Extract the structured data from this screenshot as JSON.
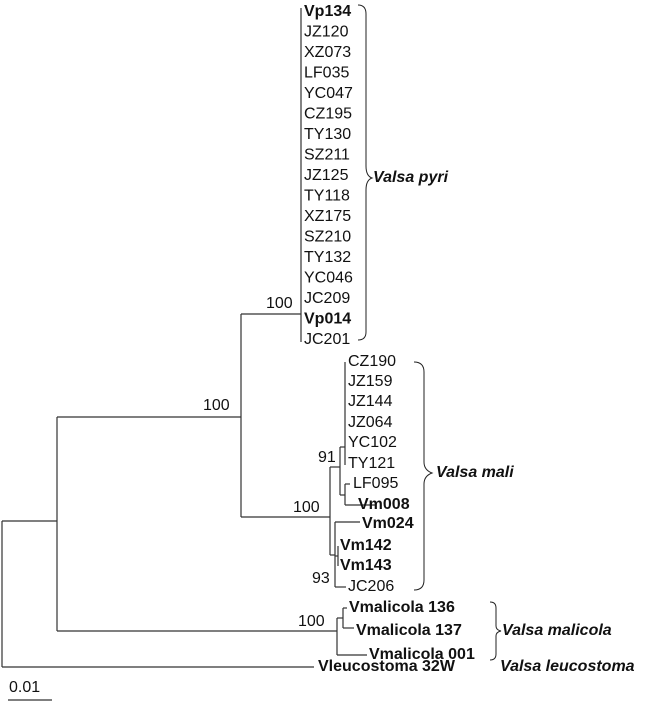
{
  "clades": {
    "pyri": {
      "name": "Valsa pyri",
      "support": "100",
      "leaves": [
        "Vp134",
        "JZ120",
        "XZ073",
        "LF035",
        "YC047",
        "CZ195",
        "TY130",
        "SZ211",
        "JZ125",
        "TY118",
        "XZ175",
        "SZ210",
        "TY132",
        "YC046",
        "JC209",
        "Vp014",
        "JC201"
      ]
    },
    "mali": {
      "name": "Valsa mali",
      "support": "100",
      "sub_support_91": "91",
      "sub_support_93": "93",
      "leaves": [
        "CZ190",
        "JZ159",
        "JZ144",
        "JZ064",
        "YC102",
        "TY121",
        "LF095",
        "Vm008",
        "Vm024",
        "Vm142",
        "Vm143",
        "JC206"
      ]
    },
    "pyri_mali_support": "100",
    "malicola": {
      "name": "Valsa malicola",
      "support": "100",
      "leaves": [
        "Vmalicola 136",
        "Vmalicola 137",
        "Vmalicola 001"
      ]
    },
    "leucostoma": {
      "name": "Valsa leucostoma",
      "leaves": [
        "Vleucostoma 32W"
      ]
    }
  },
  "scale_bar": "0.01"
}
